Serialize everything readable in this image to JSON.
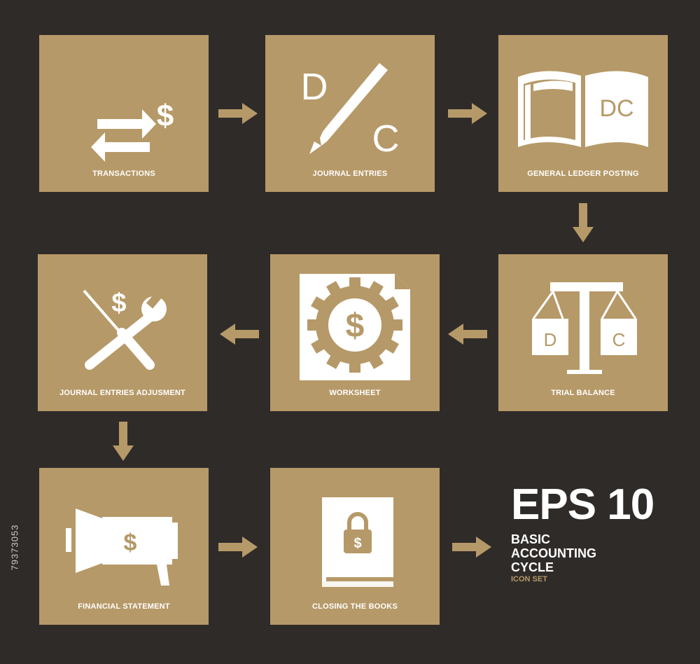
{
  "steps": [
    {
      "label": "TRANSACTIONS",
      "icon": "transactions-icon"
    },
    {
      "label": "JOURNAL ENTRIES",
      "icon": "journal-entries-icon"
    },
    {
      "label": "GENERAL LEDGER POSTING",
      "icon": "ledger-book-icon",
      "icon_text": "DC"
    },
    {
      "label": "TRIAL BALANCE",
      "icon": "balance-scale-icon",
      "left_pan": "D",
      "right_pan": "C"
    },
    {
      "label": "WORKSHEET",
      "icon": "gear-dollar-icon"
    },
    {
      "label": "JOURNAL ENTRIES ADJUSMENT",
      "icon": "tools-icon"
    },
    {
      "label": "FINANCIAL STATEMENT",
      "icon": "megaphone-icon"
    },
    {
      "label": "CLOSING THE BOOKS",
      "icon": "locked-book-icon"
    }
  ],
  "icon_glyphs": {
    "dollar": "$",
    "debit": "D",
    "credit": "C"
  },
  "badge": {
    "title": "EPS 10",
    "line1": "BASIC",
    "line2": "ACCOUNTING",
    "line3": "CYCLE",
    "subtitle": "ICON SET"
  },
  "side_id": "79373053",
  "colors": {
    "background": "#2f2b29",
    "tile": "#b69968",
    "icon": "#ffffff",
    "accent": "#b69968"
  }
}
